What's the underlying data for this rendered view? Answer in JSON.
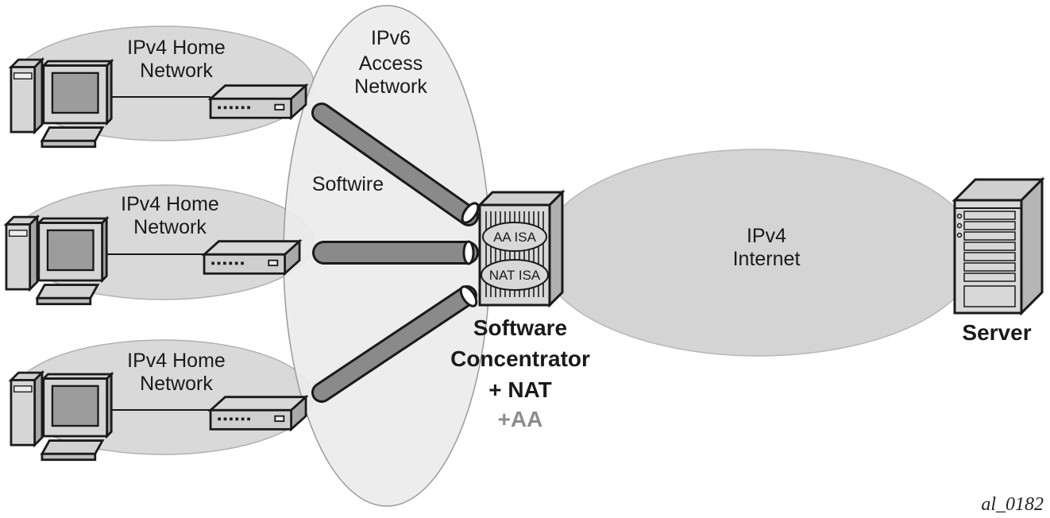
{
  "diagram": {
    "title": "Softwire Concentrator with NAT and AA",
    "figure_id": "al_0182",
    "colors": {
      "home_network_fill": "#d9d9d9",
      "access_network_fill": "#ececec",
      "internet_fill": "#d4d4d4",
      "outline": "#1a1a1a",
      "tunnel_fill": "#8a8a8a",
      "muted_text": "#8c8c8c"
    },
    "home_networks": [
      {
        "label_line1": "IPv4 Home",
        "label_line2": "Network",
        "devices": [
          "pc-icon",
          "home-gateway-icon"
        ]
      },
      {
        "label_line1": "IPv4 Home",
        "label_line2": "Network",
        "devices": [
          "pc-icon",
          "home-gateway-icon"
        ]
      },
      {
        "label_line1": "IPv4 Home",
        "label_line2": "Network",
        "devices": [
          "pc-icon",
          "home-gateway-icon"
        ]
      }
    ],
    "access_network": {
      "line1": "IPv6",
      "line2": "Access",
      "line3": "Network"
    },
    "tunnel_label": "Softwire",
    "concentrator": {
      "isa_modules": [
        "AA ISA",
        "NAT ISA"
      ],
      "label_line1": "Software",
      "label_line2": "Concentrator",
      "label_line3": "+ NAT",
      "label_line4": "+AA"
    },
    "internet": {
      "line1": "IPv4",
      "line2": "Internet"
    },
    "server": {
      "label": "Server"
    }
  }
}
